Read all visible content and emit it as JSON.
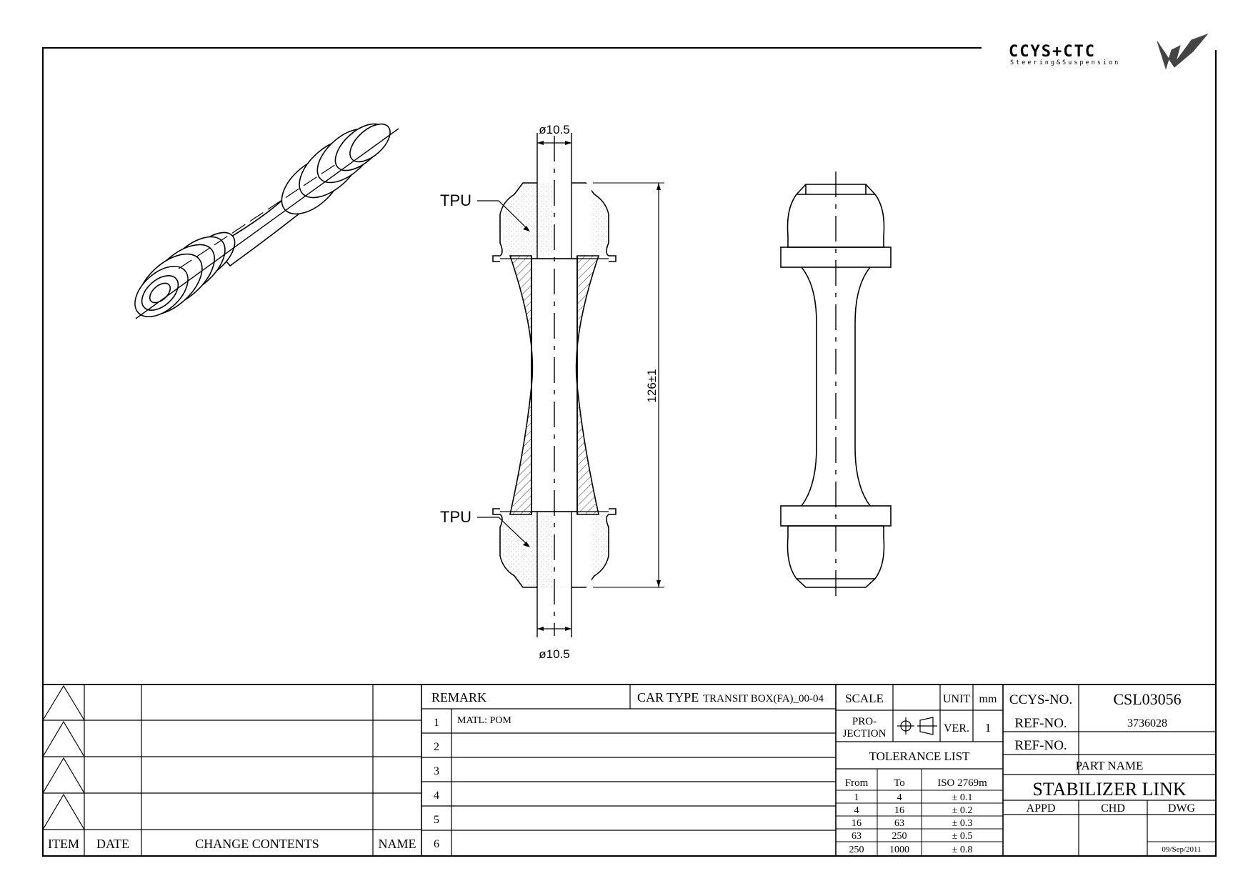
{
  "logo": {
    "brand": "CCYS+CTC",
    "tagline": "Steering&Suspension"
  },
  "drawing": {
    "labels": {
      "tpu_top": "TPU",
      "tpu_bottom": "TPU"
    },
    "dimensions": {
      "dia_top": "ø10.5",
      "dia_bottom": "ø10.5",
      "length": "126±1"
    }
  },
  "revision_table": {
    "headers": {
      "item": "ITEM",
      "date": "DATE",
      "change_contents": "CHANGE CONTENTS",
      "name": "NAME"
    }
  },
  "remark_table": {
    "remark_label": "REMARK",
    "car_type_label": "CAR TYPE",
    "car_type_value": "TRANSIT BOX(FA)_00-04",
    "rows": [
      {
        "n": "1",
        "text": "MATL: POM"
      },
      {
        "n": "2",
        "text": ""
      },
      {
        "n": "3",
        "text": ""
      },
      {
        "n": "4",
        "text": ""
      },
      {
        "n": "5",
        "text": ""
      },
      {
        "n": "6",
        "text": ""
      }
    ]
  },
  "title_block": {
    "scale_label": "SCALE",
    "scale_value": "",
    "unit_label": "UNIT",
    "unit_value": "mm",
    "projection_label_1": "PRO-",
    "projection_label_2": "JECTION",
    "ver_label": "VER.",
    "ver_value": "1",
    "ccys_no_label": "CCYS-NO.",
    "ccys_no_value": "CSL03056",
    "ref_no_label": "REF-NO.",
    "ref_no_value": "3736028",
    "ref_no2_label": "REF-NO.",
    "ref_no2_value": "",
    "tolerance_title": "TOLERANCE LIST",
    "tolerance_headers": {
      "from": "From",
      "to": "To",
      "iso": "ISO 2769m"
    },
    "tolerance_rows": [
      {
        "from": "1",
        "to": "4",
        "tol": "± 0.1"
      },
      {
        "from": "4",
        "to": "16",
        "tol": "± 0.2"
      },
      {
        "from": "16",
        "to": "63",
        "tol": "± 0.3"
      },
      {
        "from": "63",
        "to": "250",
        "tol": "± 0.5"
      },
      {
        "from": "250",
        "to": "1000",
        "tol": "± 0.8"
      }
    ],
    "part_name_label": "PART NAME",
    "part_name_value": "STABILIZER LINK",
    "appd_label": "APPD",
    "chd_label": "CHD",
    "dwg_label": "DWG",
    "date": "09/Sep/2011"
  }
}
